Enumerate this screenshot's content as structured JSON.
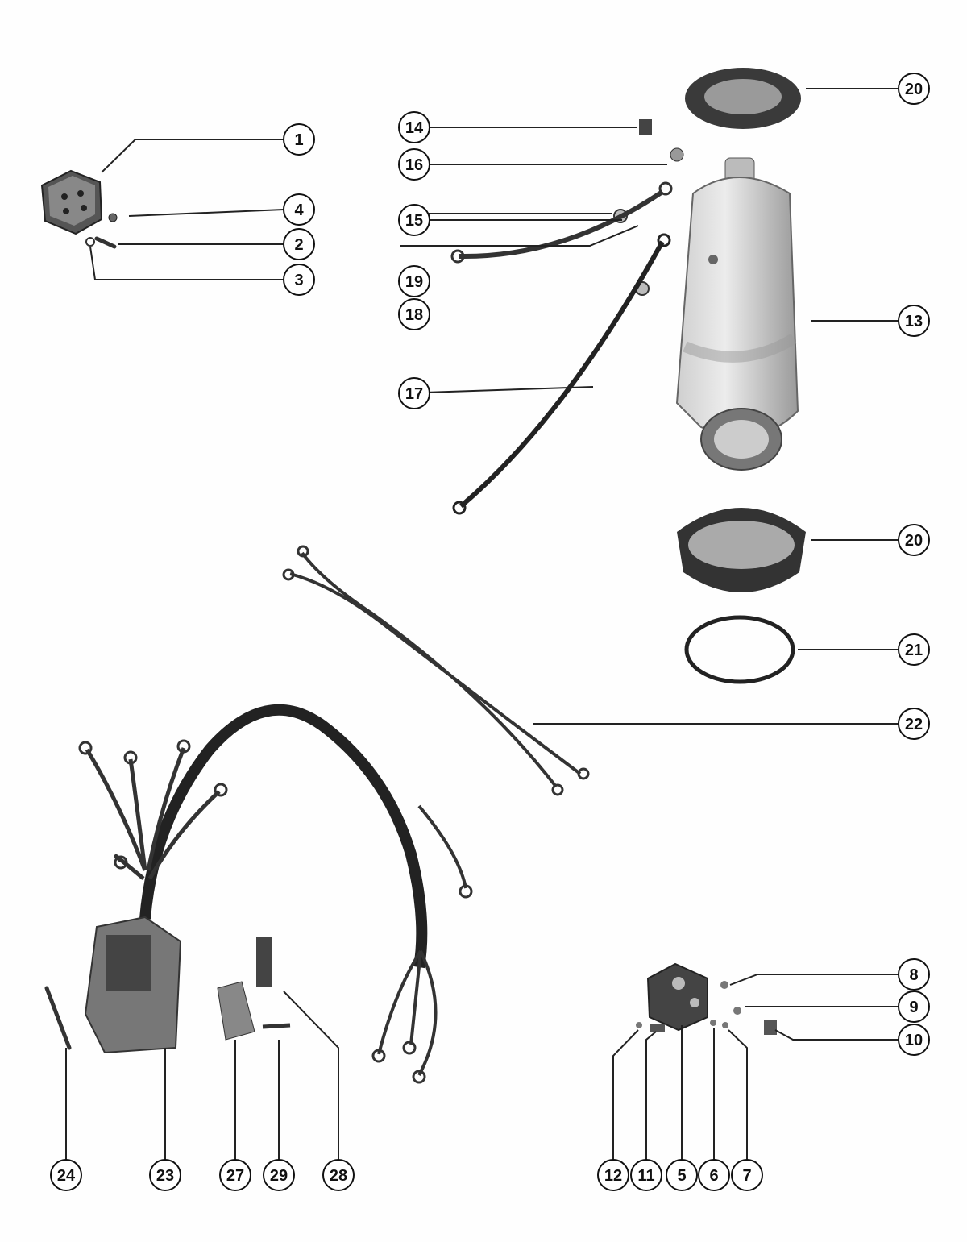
{
  "diagram": {
    "callouts": [
      {
        "id": "c1",
        "label": "1"
      },
      {
        "id": "c4",
        "label": "4"
      },
      {
        "id": "c2",
        "label": "2"
      },
      {
        "id": "c3",
        "label": "3"
      },
      {
        "id": "c14",
        "label": "14"
      },
      {
        "id": "c16",
        "label": "16"
      },
      {
        "id": "c15",
        "label": "15"
      },
      {
        "id": "c19",
        "label": "19"
      },
      {
        "id": "c18",
        "label": "18"
      },
      {
        "id": "c17",
        "label": "17"
      },
      {
        "id": "c20a",
        "label": "20"
      },
      {
        "id": "c13",
        "label": "13"
      },
      {
        "id": "c20b",
        "label": "20"
      },
      {
        "id": "c21",
        "label": "21"
      },
      {
        "id": "c22",
        "label": "22"
      },
      {
        "id": "c8",
        "label": "8"
      },
      {
        "id": "c9",
        "label": "9"
      },
      {
        "id": "c10",
        "label": "10"
      },
      {
        "id": "c24",
        "label": "24"
      },
      {
        "id": "c23",
        "label": "23"
      },
      {
        "id": "c27",
        "label": "27"
      },
      {
        "id": "c29",
        "label": "29"
      },
      {
        "id": "c28",
        "label": "28"
      },
      {
        "id": "c12",
        "label": "12"
      },
      {
        "id": "c11",
        "label": "11"
      },
      {
        "id": "c5",
        "label": "5"
      },
      {
        "id": "c6",
        "label": "6"
      },
      {
        "id": "c7",
        "label": "7"
      }
    ]
  }
}
